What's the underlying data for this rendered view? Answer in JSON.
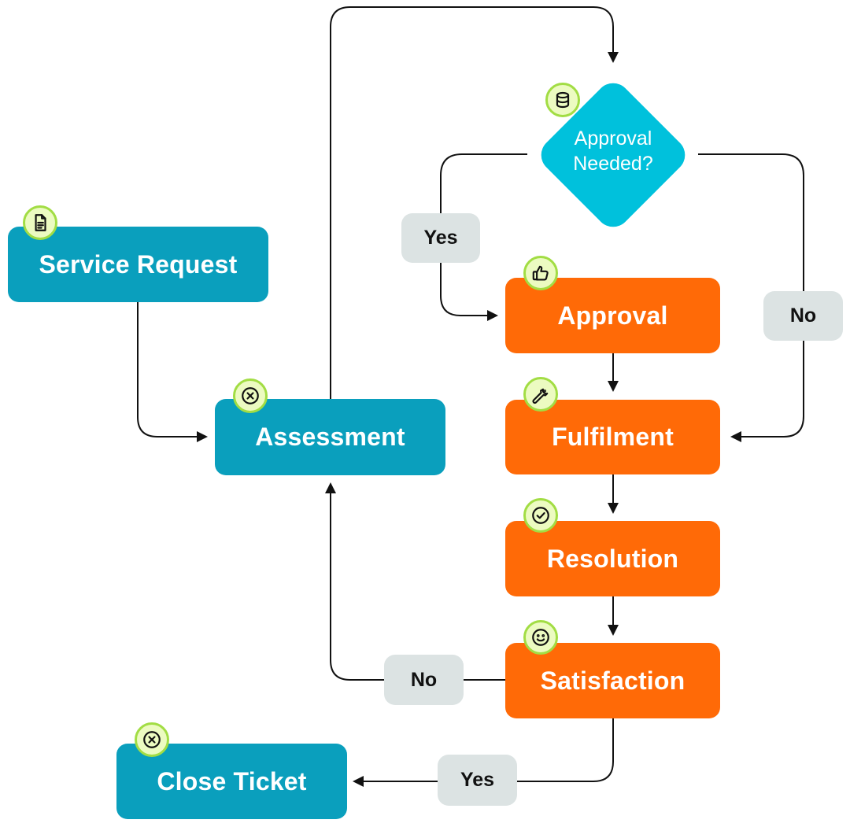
{
  "diagram": {
    "colors": {
      "teal_node": "#0a9fbd",
      "orange_node": "#ff6a07",
      "decision": "#00c1dc",
      "badge_fill": "#ecfbc1",
      "badge_border": "#a2dd44",
      "edge_label_bg": "#dce3e3",
      "line": "#111111"
    },
    "nodes": {
      "service_request": {
        "label": "Service Request",
        "icon": "document-icon"
      },
      "assessment": {
        "label": "Assessment",
        "icon": "x-circle-icon"
      },
      "approval_needed": {
        "line1": "Approval",
        "line2": "Needed?",
        "icon": "database-icon"
      },
      "approval": {
        "label": "Approval",
        "icon": "thumbs-up-icon"
      },
      "fulfilment": {
        "label": "Fulfilment",
        "icon": "wrench-icon"
      },
      "resolution": {
        "label": "Resolution",
        "icon": "check-circle-icon"
      },
      "satisfaction": {
        "label": "Satisfaction",
        "icon": "smile-icon"
      },
      "close_ticket": {
        "label": "Close Ticket",
        "icon": "x-circle-icon"
      }
    },
    "edge_labels": {
      "approval_yes": "Yes",
      "approval_no": "No",
      "satisfaction_no": "No",
      "satisfaction_yes": "Yes"
    }
  }
}
